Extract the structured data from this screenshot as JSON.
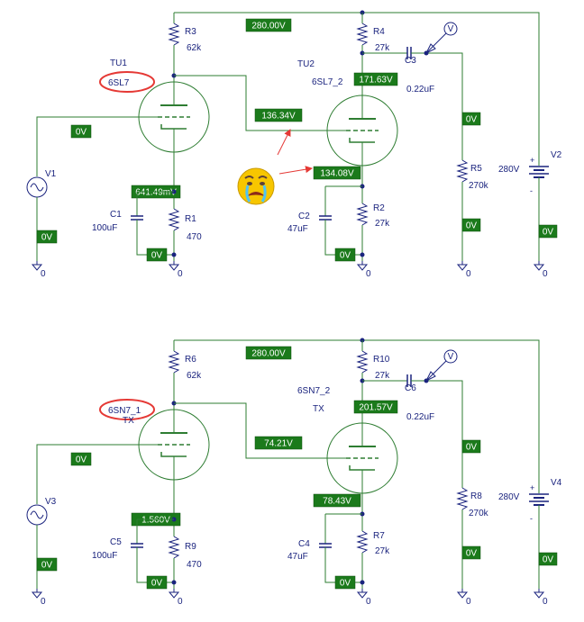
{
  "colors": {
    "wire": "#2e7d32",
    "label": "#1a237e",
    "badge": "#1b7a1b",
    "badge_text": "#ffffff",
    "highlight": "#e53935",
    "arrow": "#e53935",
    "emoji": "#f7c600"
  },
  "circuits": [
    {
      "supply_voltage": "280.00V",
      "tube1": {
        "ref": "TU1",
        "model": "6SL7",
        "model_circled": true,
        "type_label": ""
      },
      "tube2": {
        "ref": "TU2",
        "model": "6SL7_2",
        "type_label": ""
      },
      "grid1_voltage": "0V",
      "cathode1_voltage": "641.49mV",
      "plate1_to_grid2_voltage": "136.34V",
      "plate2_voltage": "171.63V",
      "cathode2_voltage": "134.08V",
      "r_load1": {
        "ref": "R3",
        "value": "62k"
      },
      "r_load2": {
        "ref": "R4",
        "value": "27k"
      },
      "r_cath1": {
        "ref": "R1",
        "value": "470"
      },
      "r_cath2": {
        "ref": "R2",
        "value": "27k"
      },
      "c_cath1": {
        "ref": "C1",
        "value": "100uF"
      },
      "c_cath2": {
        "ref": "C2",
        "value": "47uF"
      },
      "c_couple": {
        "ref": "C3",
        "value": "0.22uF"
      },
      "r_out": {
        "ref": "R5",
        "value": "270k"
      },
      "src": {
        "ref": "V1",
        "voltage": "0V"
      },
      "supply": {
        "ref": "V2",
        "value": "280V",
        "voltage": "0V",
        "plus": "+",
        "minus": "-"
      },
      "gnd_cath1_voltage": "0V",
      "gnd_cath2_voltage": "0V",
      "out_top_voltage": "0V",
      "out_bottom_voltage": "0V",
      "probe": "V",
      "gnd": "0"
    },
    {
      "supply_voltage": "280.00V",
      "tube1": {
        "ref": "",
        "model": "6SN7_1",
        "model_circled": true,
        "type_label": "TX"
      },
      "tube2": {
        "ref": "",
        "model": "6SN7_2",
        "type_label": "TX"
      },
      "grid1_voltage": "0V",
      "cathode1_voltage": "1.560V",
      "plate1_to_grid2_voltage": "74.21V",
      "plate2_voltage": "201.57V",
      "cathode2_voltage": "78.43V",
      "r_load1": {
        "ref": "R6",
        "value": "62k"
      },
      "r_load2": {
        "ref": "R10",
        "value": "27k"
      },
      "r_cath1": {
        "ref": "R9",
        "value": "470"
      },
      "r_cath2": {
        "ref": "R7",
        "value": "27k"
      },
      "c_cath1": {
        "ref": "C5",
        "value": "100uF"
      },
      "c_cath2": {
        "ref": "C4",
        "value": "47uF"
      },
      "c_couple": {
        "ref": "C6",
        "value": "0.22uF"
      },
      "r_out": {
        "ref": "R8",
        "value": "270k"
      },
      "src": {
        "ref": "V3",
        "voltage": "0V"
      },
      "supply": {
        "ref": "V4",
        "value": "280V",
        "voltage": "0V",
        "plus": "+",
        "minus": "-"
      },
      "gnd_cath1_voltage": "0V",
      "gnd_cath2_voltage": "0V",
      "out_top_voltage": "0V",
      "out_bottom_voltage": "0V",
      "probe": "V",
      "gnd": "0"
    }
  ],
  "annotation": {
    "icon": "crying-face-emoji-icon"
  }
}
